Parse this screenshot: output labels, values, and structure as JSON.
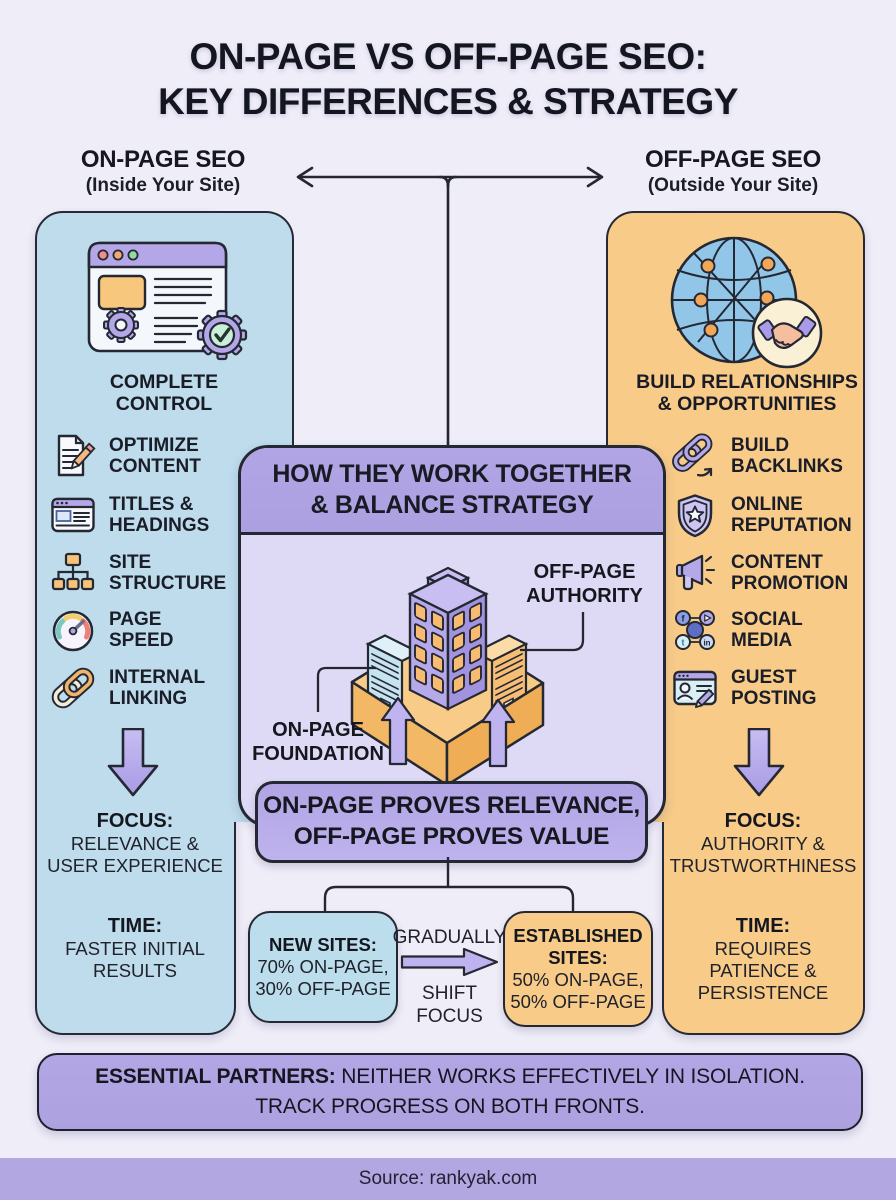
{
  "title": {
    "line1": "ON-PAGE VS OFF-PAGE SEO:",
    "line2": "KEY DIFFERENCES & STRATEGY"
  },
  "left_column": {
    "header": "ON-PAGE SEO",
    "subheader": "(Inside Your Site)",
    "hero_icon": "browser-gears-checkmark-illustration",
    "caption_line1": "COMPLETE",
    "caption_line2": "CONTROL",
    "items": [
      {
        "icon": "document-pencil-icon",
        "line1": "OPTIMIZE",
        "line2": "CONTENT"
      },
      {
        "icon": "browser-text-icon",
        "line1": "TITLES &",
        "line2": "HEADINGS"
      },
      {
        "icon": "sitemap-icon",
        "line1": "SITE",
        "line2": "STRUCTURE"
      },
      {
        "icon": "speedometer-icon",
        "line1": "PAGE",
        "line2": "SPEED"
      },
      {
        "icon": "chain-link-icon",
        "line1": "INTERNAL",
        "line2": "LINKING"
      }
    ],
    "focus_label": "FOCUS:",
    "focus_line1": "RELEVANCE &",
    "focus_line2": "USER EXPERIENCE",
    "time_label": "TIME:",
    "time_line1": "FASTER INITIAL",
    "time_line2": "RESULTS"
  },
  "right_column": {
    "header": "OFF-PAGE SEO",
    "subheader": "(Outside Your Site)",
    "hero_icon": "globe-network-handshake-illustration",
    "caption_line1": "BUILD RELATIONSHIPS",
    "caption_line2": "& OPPORTUNITIES",
    "items": [
      {
        "icon": "backlink-chain-icon",
        "line1": "BUILD",
        "line2": "BACKLINKS"
      },
      {
        "icon": "shield-star-icon",
        "line1": "ONLINE",
        "line2": "REPUTATION"
      },
      {
        "icon": "megaphone-icon",
        "line1": "CONTENT",
        "line2": "PROMOTION"
      },
      {
        "icon": "social-network-icon",
        "line1": "SOCIAL",
        "line2": "MEDIA"
      },
      {
        "icon": "guest-post-icon",
        "line1": "GUEST",
        "line2": "POSTING"
      }
    ],
    "focus_label": "FOCUS:",
    "focus_line1": "AUTHORITY &",
    "focus_line2": "TRUSTWORTHINESS",
    "time_label": "TIME:",
    "time_line1": "REQUIRES",
    "time_line2": "PATIENCE &",
    "time_line3": "PERSISTENCE"
  },
  "center": {
    "header_line1": "HOW THEY WORK TOGETHER",
    "header_line2": "& BALANCE STRATEGY",
    "building_illustration": "isometric-buildings-on-foundation",
    "off_page_label_line1": "OFF-PAGE",
    "off_page_label_line2": "AUTHORITY",
    "on_page_label_line1": "ON-PAGE",
    "on_page_label_line2": "FOUNDATION",
    "relevance_line1": "ON-PAGE PROVES RELEVANCE,",
    "relevance_line2": "OFF-PAGE PROVES VALUE",
    "new_sites": {
      "title": "NEW SITES:",
      "line1": "70% ON-PAGE,",
      "line2": "30% OFF-PAGE"
    },
    "transition": {
      "top": "GRADUALLY",
      "bottom1": "SHIFT",
      "bottom2": "FOCUS"
    },
    "established": {
      "title1": "ESTABLISHED",
      "title2": "SITES:",
      "line1": "50% ON-PAGE,",
      "line2": "50% OFF-PAGE"
    }
  },
  "partners_bar": {
    "bold": "ESSENTIAL PARTNERS:",
    "line1_rest": " NEITHER WORKS EFFECTIVELY IN ISOLATION.",
    "line2": "TRACK PROGRESS ON BOTH FRONTS."
  },
  "source": "Source: rankyak.com",
  "colors": {
    "background": "#EFEDF8",
    "on_page_panel": "#BEDCEC",
    "off_page_panel": "#F8CB88",
    "center_panel_body": "#DEDAF5",
    "purple_accent": "#B2A5E5",
    "outline": "#242833",
    "footer_band": "#B2A7E0"
  }
}
